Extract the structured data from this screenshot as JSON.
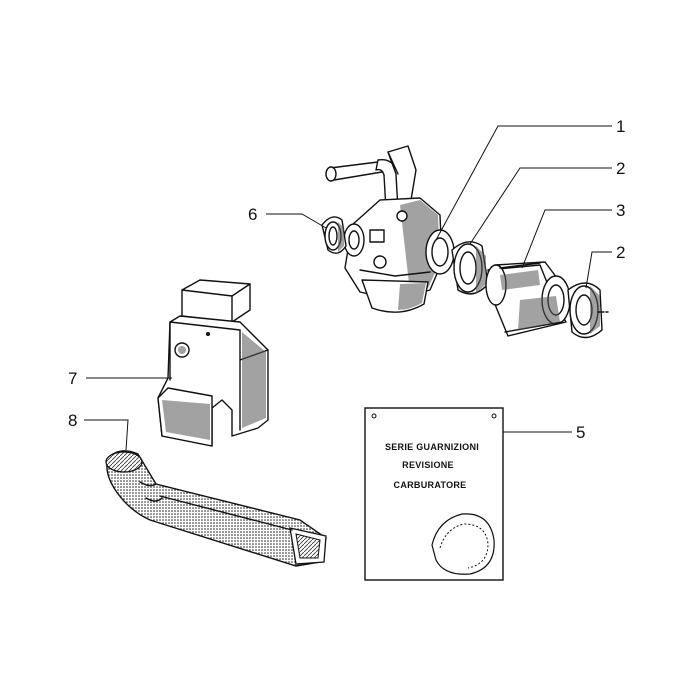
{
  "callouts": [
    {
      "id": "1",
      "label": "1"
    },
    {
      "id": "2a",
      "label": "2"
    },
    {
      "id": "3",
      "label": "3"
    },
    {
      "id": "2b",
      "label": "2"
    },
    {
      "id": "6",
      "label": "6"
    },
    {
      "id": "7",
      "label": "7"
    },
    {
      "id": "8",
      "label": "8"
    },
    {
      "id": "5",
      "label": "5"
    }
  ],
  "gasket_kit": {
    "line1": "SERIE GUARNIZIONI",
    "line2": "REVISIONE",
    "line3": "CARBURATORE"
  }
}
